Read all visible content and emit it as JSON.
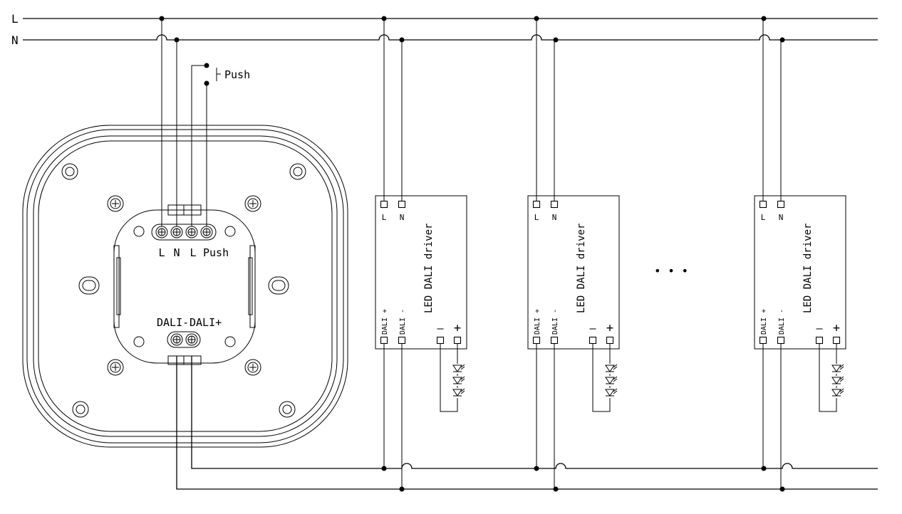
{
  "bus": {
    "line_label": "L",
    "neutral_label": "N"
  },
  "push_label": "Push",
  "controller": {
    "terminals_top": [
      "L",
      "N",
      "L",
      "Push"
    ],
    "dali_minus": "DALI-",
    "dali_plus": "DALI+"
  },
  "driver": {
    "title": "LED DALI driver",
    "in_l": "L",
    "in_n": "N",
    "dali_plus": "DALI +",
    "dali_minus": "DALI -",
    "out_minus": "–",
    "out_plus": "+"
  },
  "driver_count_visible": 3,
  "ellipsis": "•   •   •",
  "colors": {
    "ink": "#000000",
    "paper": "#ffffff"
  }
}
